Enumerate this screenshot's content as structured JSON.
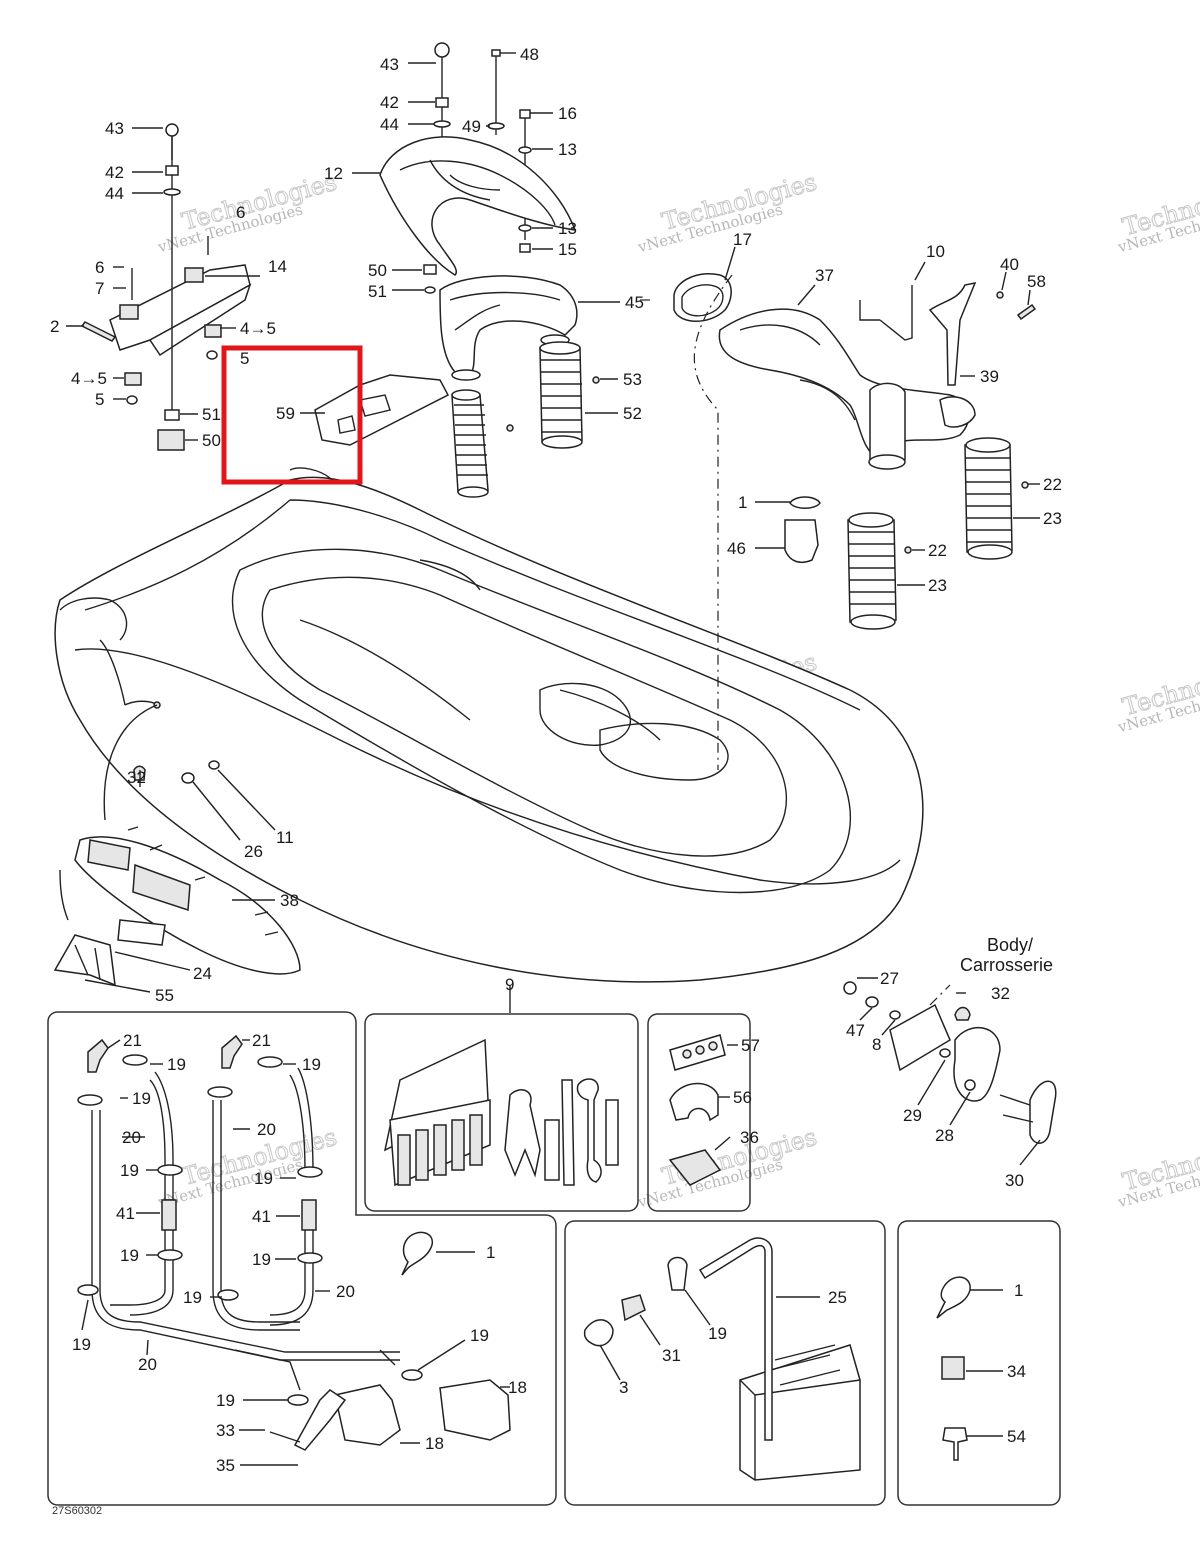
{
  "diagram": {
    "body_label_line1": "Body/",
    "body_label_line2": "Carrosserie",
    "drawing_code": "27S60302",
    "highlight_color": "#e0161b",
    "watermark": {
      "line1": "vNext Technologies",
      "line2": "Technologies"
    },
    "callouts": [
      {
        "id": "c43a",
        "text": "43"
      },
      {
        "id": "c48",
        "text": "48"
      },
      {
        "id": "c42a",
        "text": "42"
      },
      {
        "id": "c44a",
        "text": "44"
      },
      {
        "id": "c49",
        "text": "49"
      },
      {
        "id": "c16",
        "text": "16"
      },
      {
        "id": "c13a",
        "text": "13"
      },
      {
        "id": "c12",
        "text": "12"
      },
      {
        "id": "c13b",
        "text": "13"
      },
      {
        "id": "c15",
        "text": "15"
      },
      {
        "id": "c50a",
        "text": "50"
      },
      {
        "id": "c51a",
        "text": "51"
      },
      {
        "id": "c45",
        "text": "45"
      },
      {
        "id": "c53",
        "text": "53"
      },
      {
        "id": "c52",
        "text": "52"
      },
      {
        "id": "c59",
        "text": "59"
      },
      {
        "id": "c43b",
        "text": "43"
      },
      {
        "id": "c42b",
        "text": "42"
      },
      {
        "id": "c44b",
        "text": "44"
      },
      {
        "id": "c6a",
        "text": "6"
      },
      {
        "id": "c6b",
        "text": "6"
      },
      {
        "id": "c14",
        "text": "14"
      },
      {
        "id": "c7",
        "text": "7"
      },
      {
        "id": "c2",
        "text": "2"
      },
      {
        "id": "c45r",
        "text": "4→5"
      },
      {
        "id": "c5a",
        "text": "5"
      },
      {
        "id": "c45l",
        "text": "4→5"
      },
      {
        "id": "c5b",
        "text": "5"
      },
      {
        "id": "c51b",
        "text": "51"
      },
      {
        "id": "c50b",
        "text": "50"
      },
      {
        "id": "c17",
        "text": "17"
      },
      {
        "id": "c37",
        "text": "37"
      },
      {
        "id": "c10",
        "text": "10"
      },
      {
        "id": "c40",
        "text": "40"
      },
      {
        "id": "c58",
        "text": "58"
      },
      {
        "id": "c39",
        "text": "39"
      },
      {
        "id": "c1a",
        "text": "1"
      },
      {
        "id": "c46",
        "text": "46"
      },
      {
        "id": "c22a",
        "text": "22"
      },
      {
        "id": "c23a",
        "text": "23"
      },
      {
        "id": "c22b",
        "text": "22"
      },
      {
        "id": "c23b",
        "text": "23"
      },
      {
        "id": "c32a",
        "text": "32"
      },
      {
        "id": "c11",
        "text": "11"
      },
      {
        "id": "c26",
        "text": "26"
      },
      {
        "id": "c38",
        "text": "38"
      },
      {
        "id": "c24",
        "text": "24"
      },
      {
        "id": "c55",
        "text": "55"
      },
      {
        "id": "c27",
        "text": "27"
      },
      {
        "id": "c32b",
        "text": "32"
      },
      {
        "id": "c47",
        "text": "47"
      },
      {
        "id": "c8",
        "text": "8"
      },
      {
        "id": "c29",
        "text": "29"
      },
      {
        "id": "c28",
        "text": "28"
      },
      {
        "id": "c30",
        "text": "30"
      },
      {
        "id": "c9",
        "text": "9"
      },
      {
        "id": "c57",
        "text": "57"
      },
      {
        "id": "c56",
        "text": "56"
      },
      {
        "id": "c36",
        "text": "36"
      },
      {
        "id": "c21a",
        "text": "21"
      },
      {
        "id": "c21b",
        "text": "21"
      },
      {
        "id": "c19a",
        "text": "19"
      },
      {
        "id": "c19b",
        "text": "19"
      },
      {
        "id": "c19c",
        "text": "19"
      },
      {
        "id": "c20a",
        "text": "20"
      },
      {
        "id": "c20b",
        "text": "20"
      },
      {
        "id": "c19d",
        "text": "19"
      },
      {
        "id": "c19e",
        "text": "19"
      },
      {
        "id": "c41a",
        "text": "41"
      },
      {
        "id": "c41b",
        "text": "41"
      },
      {
        "id": "c19f",
        "text": "19"
      },
      {
        "id": "c19g",
        "text": "19"
      },
      {
        "id": "c1b",
        "text": "1"
      },
      {
        "id": "c20c",
        "text": "20"
      },
      {
        "id": "c19h",
        "text": "19"
      },
      {
        "id": "c19i",
        "text": "19"
      },
      {
        "id": "c20d",
        "text": "20"
      },
      {
        "id": "c19j",
        "text": "19"
      },
      {
        "id": "c18a",
        "text": "18"
      },
      {
        "id": "c19k",
        "text": "19"
      },
      {
        "id": "c33",
        "text": "33"
      },
      {
        "id": "c18b",
        "text": "18"
      },
      {
        "id": "c35",
        "text": "35"
      },
      {
        "id": "c25",
        "text": "25"
      },
      {
        "id": "c19l",
        "text": "19"
      },
      {
        "id": "c31",
        "text": "31"
      },
      {
        "id": "c3",
        "text": "3"
      },
      {
        "id": "c1c",
        "text": "1"
      },
      {
        "id": "c34",
        "text": "34"
      },
      {
        "id": "c54",
        "text": "54"
      }
    ]
  }
}
